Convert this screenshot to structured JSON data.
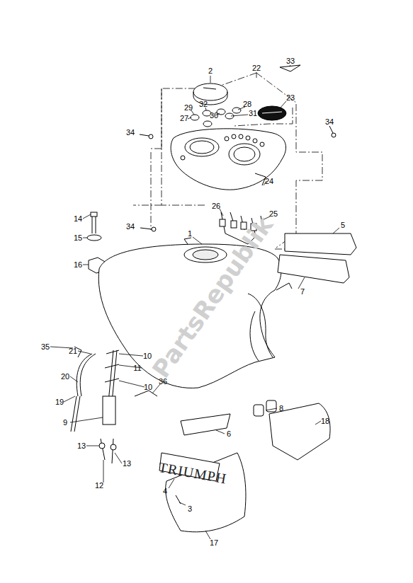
{
  "diagram": {
    "labels": [
      "22",
      "2",
      "33",
      "23",
      "32",
      "28",
      "29",
      "30",
      "31",
      "27",
      "34",
      "34",
      "34",
      "24",
      "14",
      "26",
      "25",
      "5",
      "15",
      "1",
      "16",
      "7",
      "35",
      "21",
      "10",
      "11",
      "10",
      "20",
      "36",
      "8",
      "19",
      "9",
      "18",
      "13",
      "6",
      "13",
      "12",
      "4",
      "3",
      "17",
      "TRIUMPH",
      "PartsRepublik"
    ]
  }
}
